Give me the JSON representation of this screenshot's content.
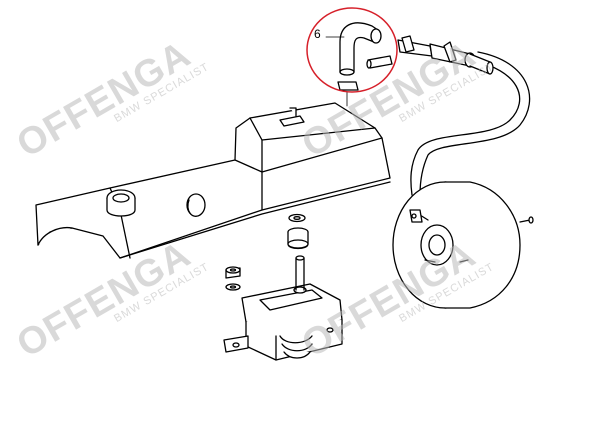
{
  "diagram": {
    "callout_number": "6",
    "highlight_color": "#d6202a",
    "line_color": "#000000",
    "watermark_color": "#bdbdbd",
    "parts": [
      "valve-cover",
      "vacuum-hose",
      "brake-booster",
      "engine-mount",
      "rubber-bushing",
      "nut",
      "washer",
      "elbow-hose",
      "hose-fitting"
    ]
  },
  "watermark": {
    "brand": "OFFENGA",
    "tagline": "BMW SPECIALIST"
  }
}
